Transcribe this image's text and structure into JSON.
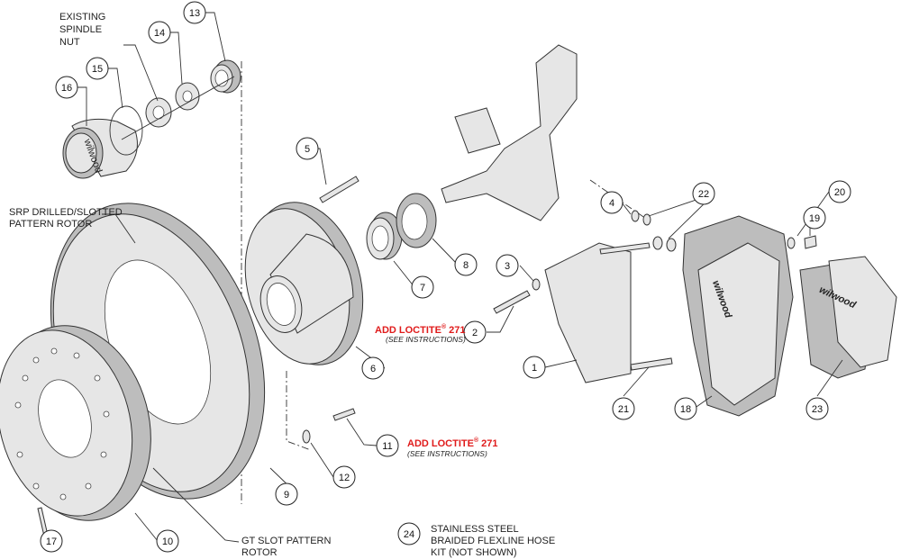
{
  "labels": {
    "spindle_nut": [
      "EXISTING",
      "SPINDLE",
      "NUT"
    ],
    "srp_rotor": [
      "SRP DRILLED/SLOTTED",
      "PATTERN ROTOR"
    ],
    "gt_rotor": [
      "GT SLOT PATTERN",
      "ROTOR"
    ],
    "hose_kit": [
      "STAINLESS STEEL",
      "BRAIDED FLEXLINE HOSE",
      "KIT (NOT SHOWN)"
    ],
    "loctite_1": {
      "title": "ADD LOCTITE",
      "reg": "®",
      "num": "271",
      "note": "(SEE INSTRUCTIONS)"
    },
    "loctite_2": {
      "title": "ADD LOCTITE",
      "reg": "®",
      "num": "271",
      "note": "(SEE INSTRUCTIONS)"
    }
  },
  "brand": "wilwood",
  "callouts": [
    "1",
    "2",
    "3",
    "4",
    "5",
    "6",
    "7",
    "8",
    "9",
    "10",
    "11",
    "12",
    "13",
    "14",
    "15",
    "16",
    "17",
    "18",
    "19",
    "20",
    "21",
    "22",
    "23",
    "24"
  ],
  "colors": {
    "accent_red": "#e01b1b",
    "line": "#333333",
    "part_fill": "#e6e6e6"
  }
}
